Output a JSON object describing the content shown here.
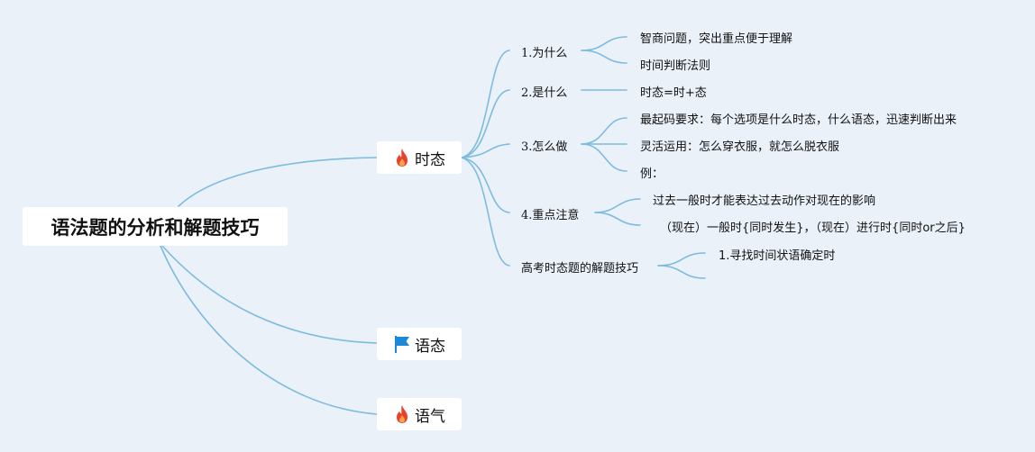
{
  "root": {
    "title": "语法题的分析和解题技巧"
  },
  "branches": [
    {
      "label": "时态",
      "icon": "fire-icon",
      "icon_color": "#e8402a"
    },
    {
      "label": "语态",
      "icon": "flag-icon",
      "icon_color": "#1e88d8"
    },
    {
      "label": "语气",
      "icon": "fire-icon",
      "icon_color": "#e8402a"
    }
  ],
  "tense": {
    "subtopics": [
      {
        "label": "1.为什么",
        "items": [
          "智商问题，突出重点便于理解",
          "时间判断法则"
        ]
      },
      {
        "label": "2.是什么",
        "items": [
          "时态=时+态"
        ]
      },
      {
        "label": "3.怎么做",
        "items": [
          "最起码要求：每个选项是什么时态，什么语态，迅速判断出来",
          "灵活运用：怎么穿衣服，就怎么脱衣服",
          "例："
        ]
      },
      {
        "label": "4.重点注意",
        "items": [
          "过去一般时才能表达过去动作对现在的影响",
          "（现在）一般时{同时发生}，（现在）进行时{同时or之后}"
        ]
      },
      {
        "label": "高考时态题的解题技巧",
        "items": [
          "1.寻找时间状语确定时",
          ""
        ]
      }
    ]
  },
  "colors": {
    "line": "#7cbcde",
    "background": "#eaf1f9"
  }
}
